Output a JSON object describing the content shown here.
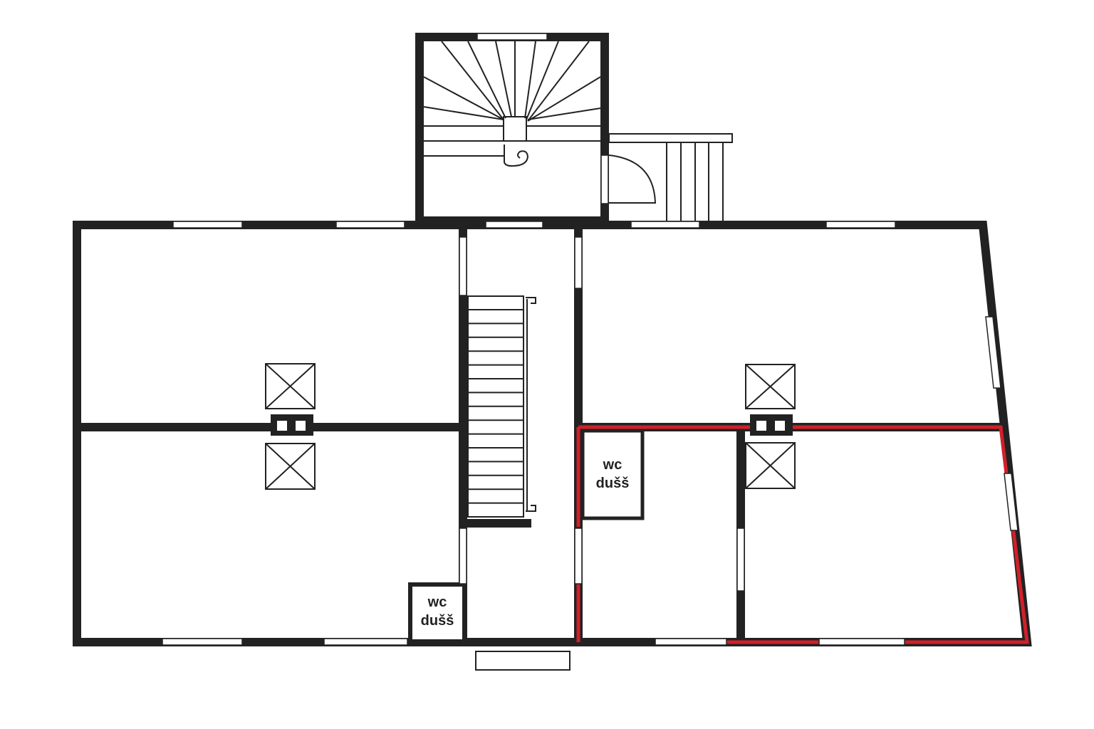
{
  "rooms": {
    "wc_right": {
      "line1": "wc",
      "line2": "dušš"
    },
    "wc_left": {
      "line1": "wc",
      "line2": "dušš"
    }
  },
  "colors": {
    "wall": "#222222",
    "highlight": "#d0202a"
  }
}
